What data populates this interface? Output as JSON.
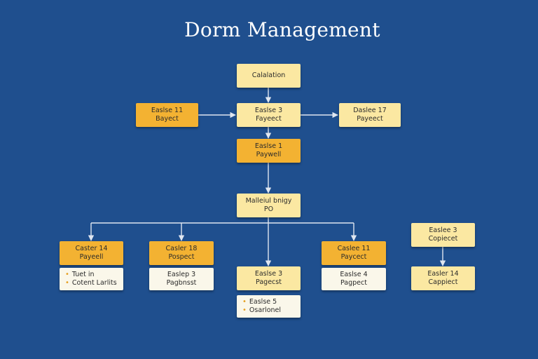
{
  "title": "Dorm Management",
  "nodes": {
    "calculation": [
      "Calalation"
    ],
    "left_top": [
      "Easlse 11",
      "Bayect"
    ],
    "center_top": [
      "Easlse 3",
      "Fayeect"
    ],
    "right_top": [
      "Daslee 17",
      "Payeect"
    ],
    "center_mid": [
      "Easlse 1",
      "Paywell"
    ],
    "hub": [
      "Malleiul bnigy",
      "PO"
    ],
    "branch_1": [
      "Caster 14",
      "Payeell"
    ],
    "branch_1_detail": [
      "Tuet in",
      "Cotent Larlits"
    ],
    "branch_2": [
      "Casler 18",
      "Pospect"
    ],
    "branch_2_detail": [
      "Easlep 3",
      "Pagbnsst"
    ],
    "branch_3": [
      "Easlse 3",
      "Pagecst"
    ],
    "branch_3_detail": [
      "Easlse 5",
      "Osarlonel"
    ],
    "branch_4": [
      "Caslee 11",
      "Paycect"
    ],
    "branch_4_detail": [
      "Easlse 4",
      "Pagpect"
    ],
    "side_top": [
      "Easlee 3",
      "Copiecet"
    ],
    "side_bottom": [
      "Easler 14",
      "Cappiect"
    ]
  },
  "colors": {
    "background": "#1f4f8e",
    "light": "#fbe8a2",
    "orange": "#f3b232",
    "white": "#faf7ea",
    "connector": "#dfe6f0"
  }
}
